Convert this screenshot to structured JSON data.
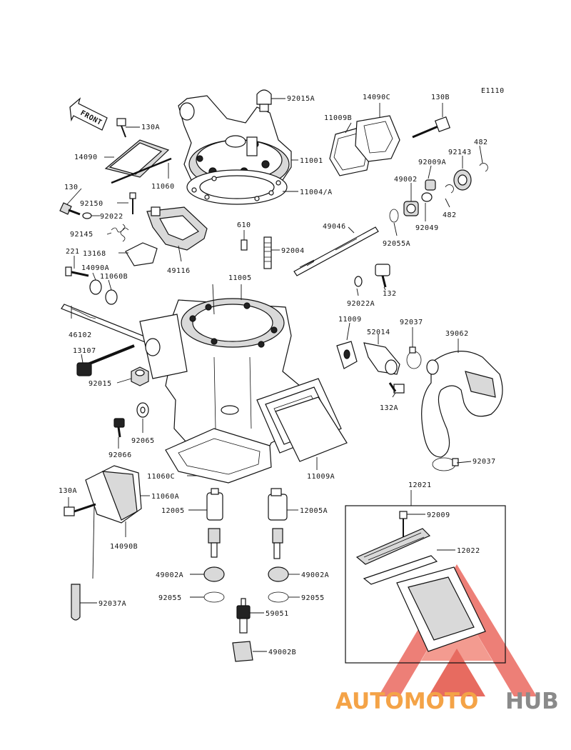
{
  "diagram": {
    "figure_code": "E1110",
    "front_label": "FRONT",
    "callouts": [
      "92015A",
      "14090C",
      "130B",
      "E1110",
      "130A",
      "11009B",
      "482",
      "92143",
      "11001",
      "14090",
      "11060",
      "92009A",
      "49002",
      "11004/A",
      "130",
      "92150",
      "92022",
      "482",
      "92049",
      "49046",
      "92145",
      "610",
      "92055A",
      "13168",
      "49116",
      "92004",
      "221",
      "14090A",
      "11060B",
      "11005",
      "132",
      "92022A",
      "11009",
      "92037",
      "39062",
      "52014",
      "46102",
      "13107",
      "92015",
      "132A",
      "92065",
      "92066",
      "11009A",
      "92037",
      "11060C",
      "12021",
      "130A",
      "11060A",
      "12005",
      "12005A",
      "92009",
      "14090B",
      "12022",
      "49002A",
      "49002A",
      "92055",
      "92055",
      "59051",
      "92037A",
      "49002B"
    ]
  },
  "watermark": {
    "text_orange": "AUTOMOTO",
    "text_gray": "HUB",
    "colors": {
      "orange": "#f4a347",
      "gray": "#8a8a8a",
      "red": "#e03a2c"
    }
  }
}
